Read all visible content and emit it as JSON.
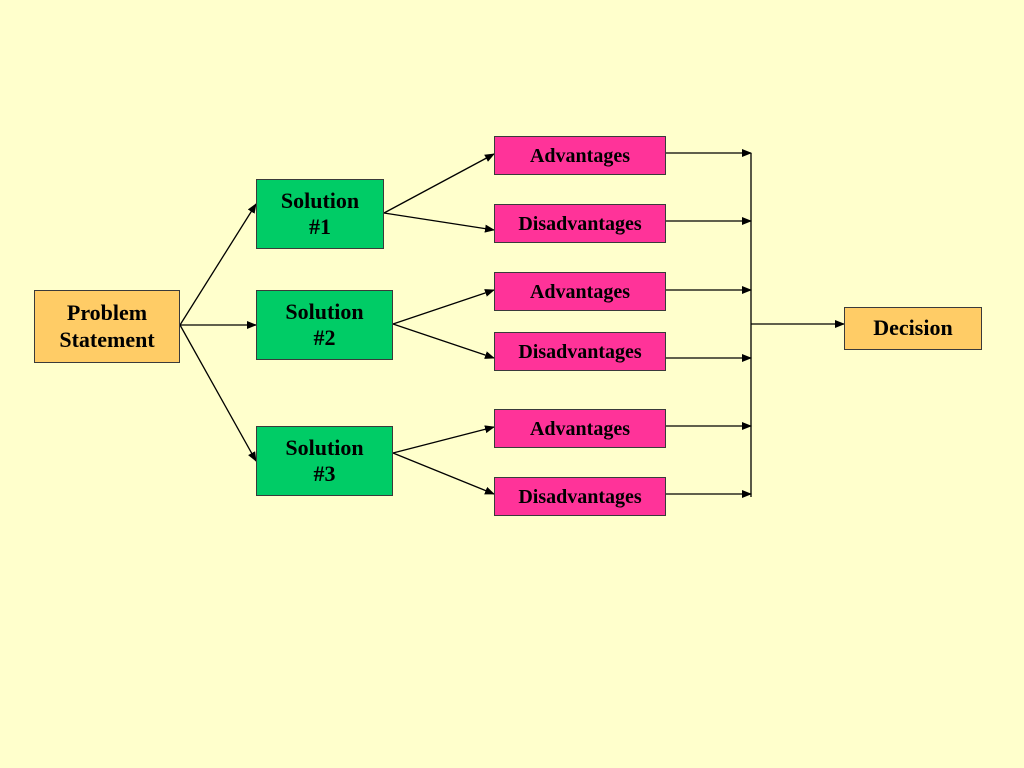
{
  "colors": {
    "background": "#ffffcc",
    "problem_fill": "#ffcc66",
    "solution_fill": "#00cc66",
    "pro_con_fill": "#ff3399",
    "decision_fill": "#ffcc66",
    "line": "#000000"
  },
  "diagram": {
    "problem": [
      "Problem",
      "Statement"
    ],
    "solutions": [
      {
        "label": [
          "Solution",
          "#1"
        ],
        "advantages": "Advantages",
        "disadvantages": "Disadvantages"
      },
      {
        "label": [
          "Solution",
          "#2"
        ],
        "advantages": "Advantages",
        "disadvantages": "Disadvantages"
      },
      {
        "label": [
          "Solution",
          "#3"
        ],
        "advantages": "Advantages",
        "disadvantages": "Disadvantages"
      }
    ],
    "decision": "Decision"
  }
}
